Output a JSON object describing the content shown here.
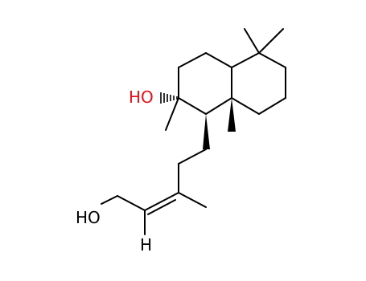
{
  "molecule": {
    "atoms": {
      "hydroxyl_ring": {
        "text": "HO",
        "color": "#e8101a"
      },
      "hydroxyl_chain": {
        "text": "HO",
        "color": "#000000"
      },
      "vinyl_h": {
        "text": "H",
        "color": "#000000"
      }
    }
  }
}
